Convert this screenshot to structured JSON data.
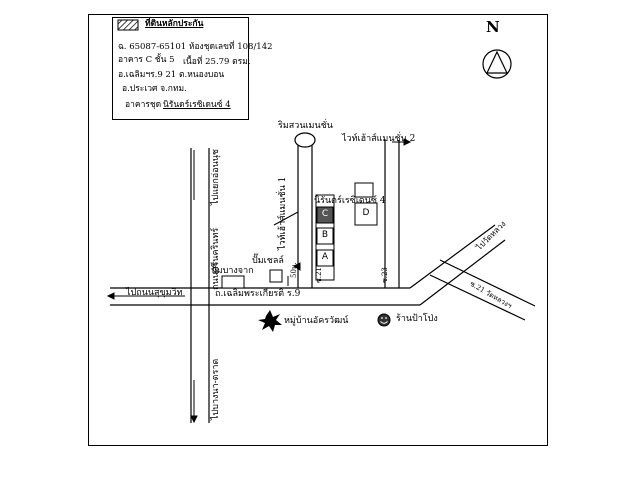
{
  "legend": {
    "title": "ที่ดินหลักประกัน",
    "line1": "ฉ. 65087-65101  ห้องชุดเลขที่ 108/142",
    "line2a": "อาคาร C ชั้น  5",
    "line2b": "เนื้อที่  25.79 ตรม.",
    "line3": "อ.เฉลิมฯร.9 21   ต.หนองบอน",
    "line4": "อ.ประเวศ จ.กทม.",
    "line5a": "อาคารชุด",
    "line5b": "นิรันดร์เรซิเดนซ์ 4"
  },
  "north": "N",
  "labels": {
    "riverside": "ริมสวนเมนชั่น",
    "white_house2": "ไวท์เฮ้าส์แมนชั่น 2",
    "white_house1": "ไวท์เฮ้าส์แมนชั่น 1",
    "niran_res4": "นิรันดร์เรซิเดนซ์ 4",
    "to_on_nut": "ไปแยกอ่อนนุช",
    "on_nut_rd": "ถนนศรีนครินทร์",
    "to_bang_na": "ไปบางนา-ตราด",
    "to_sukhumvit": "ไปถนนสุขุมวิท",
    "chaloem_rd": "ถ.เฉลิมพระเกียรติ ร.9",
    "pump_bangchak": "ปั๊มบางจาก",
    "pump_shell": "ปั๊มเชลล์",
    "village": "หมู่บ้านอัครวัฒน์",
    "shop": "ร้านป้าโป่ง",
    "soi21_left": "ซ.21",
    "soi23": "ซ.23",
    "dist": "50ม.",
    "to_wat": "ไปวัดหลวง",
    "soi21_wat": "ซ.21 วัดหลวงฯ"
  },
  "buildings": {
    "a": "A",
    "b": "B",
    "c": "C",
    "d": "D"
  },
  "colors": {
    "ink": "#000000",
    "building_c": "#555555",
    "paper": "#ffffff"
  },
  "icons": [
    "north-arrow-icon",
    "village-star-icon",
    "shop-smiley-icon",
    "hatched-legend-icon"
  ]
}
